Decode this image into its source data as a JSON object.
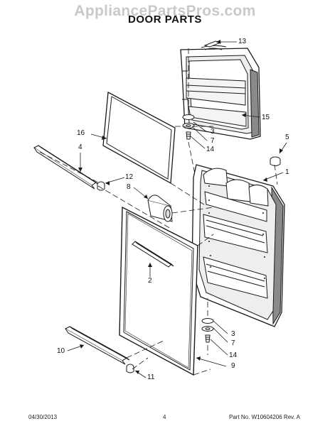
{
  "watermark": "AppliancePartsPros.com",
  "title": "DOOR PARTS",
  "callouts": {
    "c13": "13",
    "c15": "15",
    "c3_top": "3",
    "c7_top": "7",
    "c14_top": "14",
    "c5": "5",
    "c1": "1",
    "c16": "16",
    "c4": "4",
    "c12": "12",
    "c8": "8",
    "c2": "2",
    "c3_bot": "3",
    "c7_bot": "7",
    "c14_bot": "14",
    "c9": "9",
    "c10": "10",
    "c11": "11"
  },
  "footer": {
    "date": "04/30/2013",
    "page": "4",
    "part_no": "Part No.  W10604206  Rev. A"
  },
  "colors": {
    "line": "#1a1a1a",
    "gasket_fill": "#ffffff",
    "door_shade": "#8a8a8a",
    "watermark": "#c9c9c9"
  }
}
